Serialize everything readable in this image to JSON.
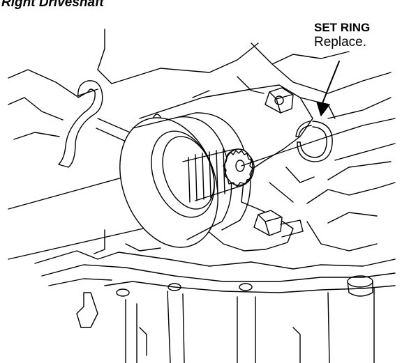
{
  "title": "Right Driveshaft",
  "callout": {
    "name": "SET RING",
    "note": "Replace."
  },
  "colors": {
    "line": "#000000",
    "background": "#ffffff",
    "part_fill": "#ffffff"
  }
}
